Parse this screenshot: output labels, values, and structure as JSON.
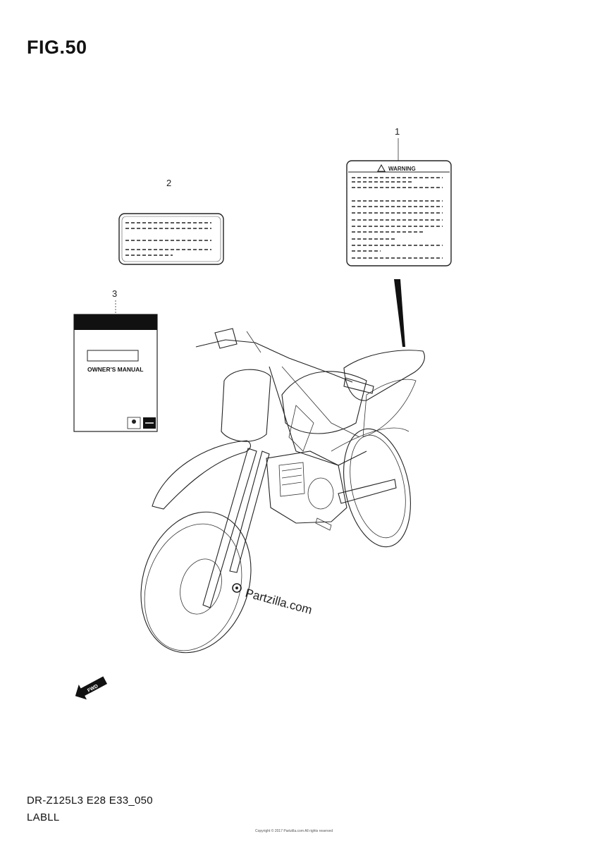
{
  "figure": {
    "title": "FIG.50"
  },
  "callouts": {
    "item1": "1",
    "item2": "2",
    "item3": "3"
  },
  "warning_label": {
    "heading": "WARNING"
  },
  "manual": {
    "title": "OWNER'S MANUAL"
  },
  "watermark": {
    "text": "Partzilla.com",
    "brand_color": "#222222"
  },
  "direction_marker": {
    "text": "FWD",
    "icon": "arrow-left-icon"
  },
  "footer": {
    "code": "DR-Z125L3 E28 E33_050",
    "name": "LABLL"
  },
  "copyright": {
    "text": "Copyright © 2017 Partzilla.com  All rights reserved"
  }
}
